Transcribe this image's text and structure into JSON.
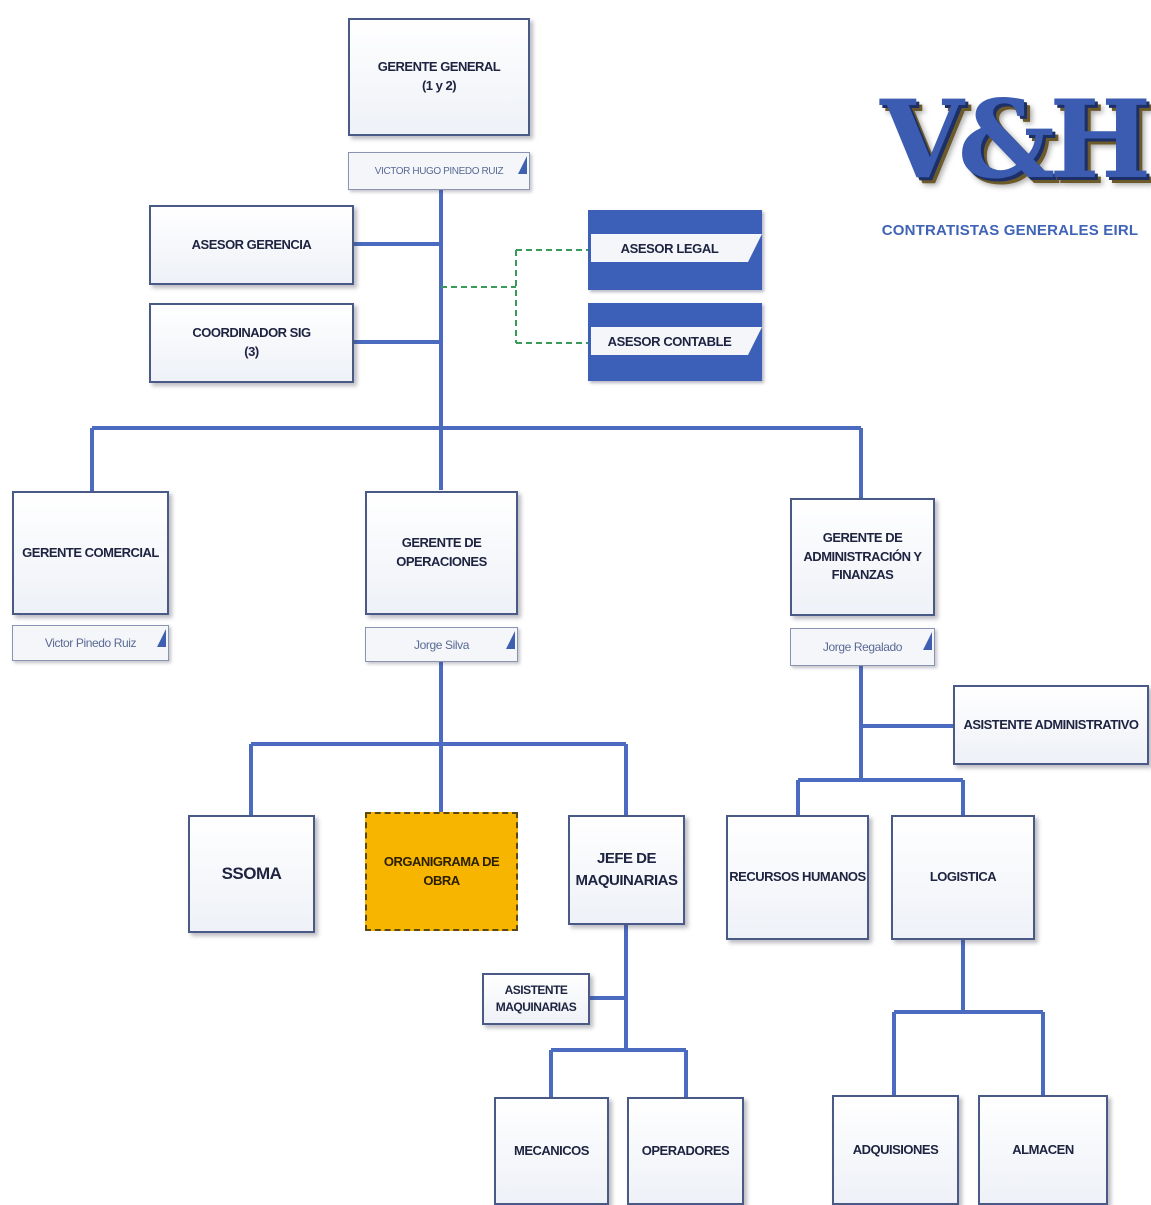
{
  "logo": {
    "mark": "V&H",
    "subtitle": "CONTRATISTAS GENERALES EIRL"
  },
  "nodes": {
    "gerente_general": "GERENTE GENERAL\n(1 y 2)",
    "asesor_gerencia": "ASESOR GERENCIA",
    "coordinador_sig": "COORDINADOR SIG\n(3)",
    "asesor_legal": "ASESOR LEGAL",
    "asesor_contable": "ASESOR CONTABLE",
    "gerente_comercial": "GERENTE COMERCIAL",
    "gerente_operaciones": "GERENTE DE\nOPERACIONES",
    "gerente_admin": "GERENTE DE\nADMINISTRACIÓN Y\nFINANZAS",
    "asistente_administrativo": "ASISTENTE ADMINISTRATIVO",
    "ssoma": "SSOMA",
    "organigrama_obra": "ORGANIGRAMA DE OBRA",
    "jefe_maquinarias": "JEFE DE\nMAQUINARIAS",
    "recursos_humanos": "RECURSOS HUMANOS",
    "logistica": "LOGISTICA",
    "asistente_maquinarias": "ASISTENTE\nMAQUINARIAS",
    "mecanicos": "MECANICOS",
    "operadores": "OPERADORES",
    "adquisiones": "ADQUISIONES",
    "almacen": "ALMACEN"
  },
  "names": {
    "gerente_general": "VICTOR HUGO PINEDO RUIZ",
    "gerente_comercial": "Victor Pinedo Ruiz",
    "gerente_operaciones": "Jorge Silva",
    "gerente_admin": "Jorge Regalado"
  },
  "colors": {
    "connector": "#4a6bbf",
    "advisor_fill": "#3c5fb8",
    "dashed_connector": "#3a9a5a",
    "highlight": "#f7b500"
  }
}
